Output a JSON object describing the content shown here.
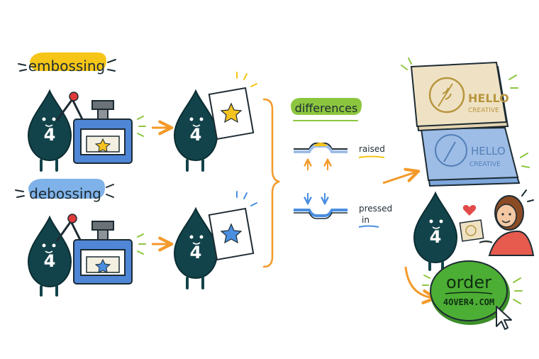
{
  "labels": {
    "embossing": "embossing",
    "debossing": "debossing",
    "differences": "differences",
    "raised": "raised",
    "pressed": "pressed",
    "in": "in",
    "order": "order",
    "website": "4OVER4.COM"
  },
  "mascot_number": "4",
  "card_text": {
    "line1": "HELLO",
    "line2": "CREATIVE"
  },
  "colors": {
    "mascot": "#12434a",
    "press_blue": "#4f86d6",
    "yellow_highlight": "#f5c518",
    "blue_highlight": "#7fb2e8",
    "green_highlight": "#8cc63f",
    "order_green": "#4cae34",
    "arrow_orange": "#f39a2a",
    "card_cream": "#efe2c4",
    "card_blue": "#9dbde6",
    "star_yellow": "#f4c21f",
    "star_blue": "#4a8ee0"
  },
  "icons": [
    "mascot-droplet-icon",
    "press-machine-icon",
    "star-card-icon",
    "business-card-icon",
    "heart-icon",
    "cursor-icon"
  ]
}
